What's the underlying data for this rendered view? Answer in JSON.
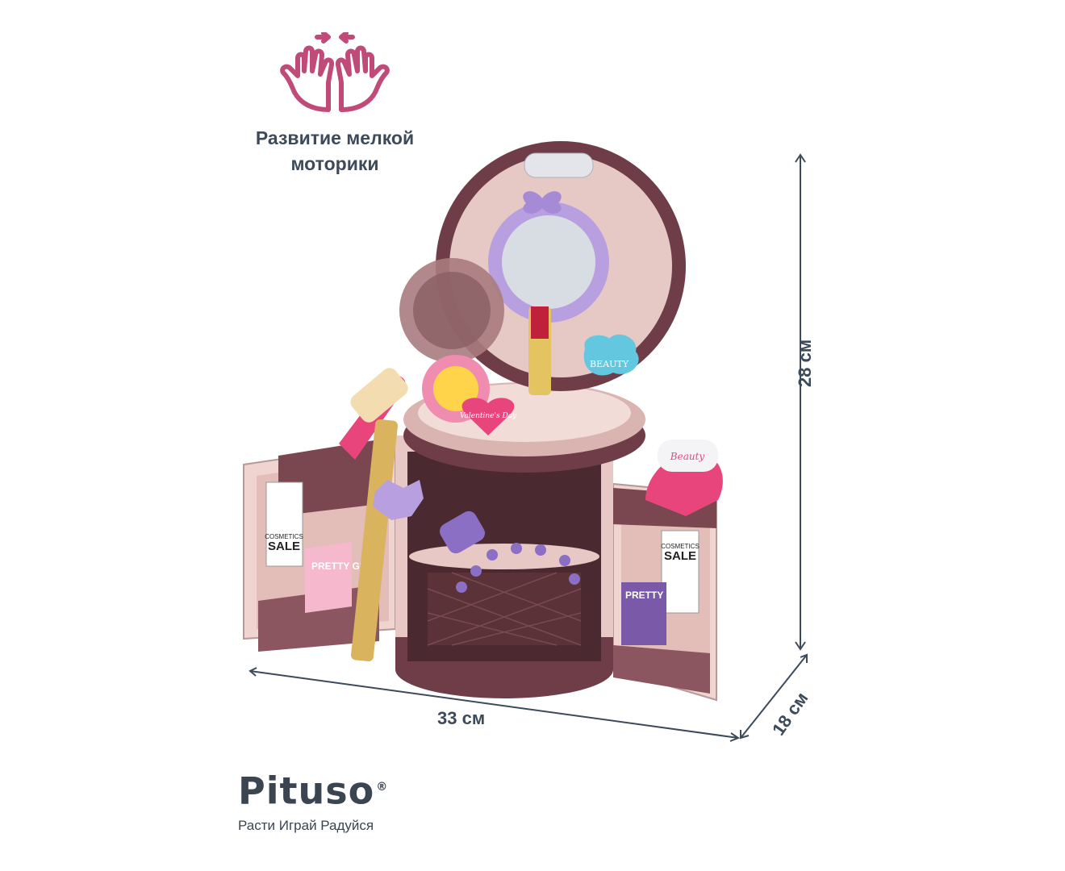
{
  "feature": {
    "icon": "hands-press-together-icon",
    "caption": "Развитие мелкой\nмоторики"
  },
  "product": {
    "items": {
      "tag_left_title": "SALE",
      "tag_left_top": "COSMETICS",
      "tag_right_title": "SALE",
      "tag_right_top": "COSMETICS",
      "box_left": "PRETTY GIFT",
      "box_right": "PRETTY GIFT",
      "badge": "BEAUTY",
      "heart": "Valentine's Day",
      "dryer": "Beauty"
    }
  },
  "dimensions": {
    "width": "33  см",
    "height": "28 см",
    "depth": "18 см"
  },
  "brand": {
    "logo": "Pituso",
    "tagline": "Расти Играй Радуйся"
  },
  "colors": {
    "text": "#3c4a5a",
    "icon": "#c04a78",
    "body_dark": "#6e3d48",
    "body_light": "#e9c9c4",
    "accent_pink": "#e8457c",
    "accent_purple": "#a58bd6"
  }
}
